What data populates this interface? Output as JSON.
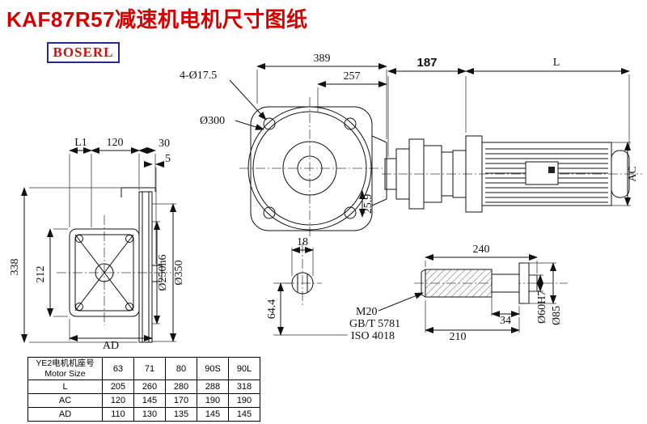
{
  "title": "KAF87R57减速机电机尺寸图纸",
  "logo_text": "BOSERL",
  "dims": {
    "front_width": "389",
    "bolt_holes": "4-Ø17.5",
    "front_inner_width": "257",
    "flange_dia": "Ø300",
    "offset_25_9": "25.9",
    "shaft_18": "18",
    "shaft_64_4": "64.4",
    "motor_187": "187",
    "motor_L": "L",
    "motor_AC": "AC",
    "side_L1": "L1",
    "side_120": "120",
    "side_30": "30",
    "side_5": "5",
    "side_338": "338",
    "side_212": "212",
    "side_AD": "AD",
    "side_flange_dia": "Ø250h6",
    "side_outer_dia": "Ø350",
    "shaft_240": "240",
    "shaft_34": "34",
    "shaft_210": "210",
    "thread_M20": "M20",
    "std_gbt": "GB/T 5781",
    "std_iso": "ISO 4018",
    "shaft_d60": "Ø60H7",
    "shaft_d85": "Ø85"
  },
  "table": {
    "header": {
      "label_cn": "YE2电机机座号",
      "label_en": "Motor Size",
      "cols": [
        "63",
        "71",
        "80",
        "90S",
        "90L"
      ]
    },
    "rows": [
      {
        "label": "L",
        "values": [
          "205",
          "260",
          "280",
          "288",
          "318"
        ]
      },
      {
        "label": "AC",
        "values": [
          "120",
          "145",
          "170",
          "190",
          "190"
        ]
      },
      {
        "label": "AD",
        "values": [
          "110",
          "130",
          "135",
          "145",
          "145"
        ]
      }
    ]
  }
}
